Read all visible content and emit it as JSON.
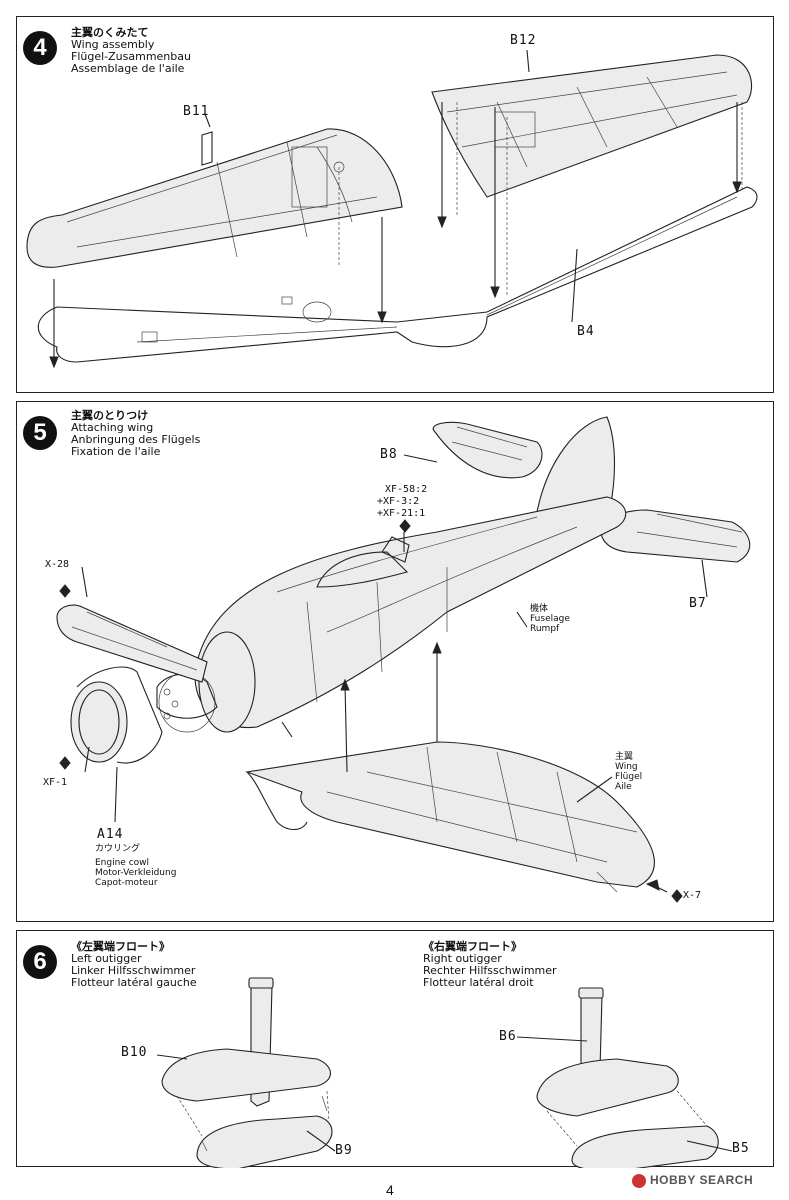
{
  "steps": [
    {
      "number": "4",
      "jp": "主翼のくみたて",
      "en": "Wing assembly",
      "de": "Flügel-Zusammenbau",
      "fr": "Assemblage de l'aile",
      "labels": {
        "b11": "B11",
        "b12": "B12",
        "b4": "B4"
      }
    },
    {
      "number": "5",
      "jp": "主翼のとりつけ",
      "en": "Attaching wing",
      "de": "Anbringung des Flügels",
      "fr": "Fixation de l'aile",
      "labels": {
        "b8": "B8",
        "b7": "B7",
        "x28": "X-28",
        "xf1": "XF-1",
        "x7": "X-7",
        "paint1": "XF-58:2",
        "paint2": "+XF-3:2",
        "paint3": "+XF-21:1",
        "a14": "A14",
        "cowl_jp": "カウリング",
        "cowl_en": "Engine cowl",
        "cowl_de": "Motor-Verkleidung",
        "cowl_fr": "Capot-moteur",
        "fus_jp": "機体",
        "fus_en": "Fuselage",
        "fus_de": "Rumpf",
        "wing_jp": "主翼",
        "wing_en": "Wing",
        "wing_de": "Flügel",
        "wing_fr": "Aile"
      }
    },
    {
      "number": "6",
      "left": {
        "jp": "《左翼端フロート》",
        "en": "Left outigger",
        "de": "Linker Hilfsschwimmer",
        "fr": "Flotteur latéral gauche"
      },
      "right": {
        "jp": "《右翼端フロート》",
        "en": "Right outigger",
        "de": "Rechter Hilfsschwimmer",
        "fr": "Flotteur latéral droit"
      },
      "labels": {
        "b10": "B10",
        "b9": "B9",
        "b6": "B6",
        "b5": "B5"
      }
    }
  ],
  "page_number": "4",
  "watermark": "HOBBY SEARCH"
}
